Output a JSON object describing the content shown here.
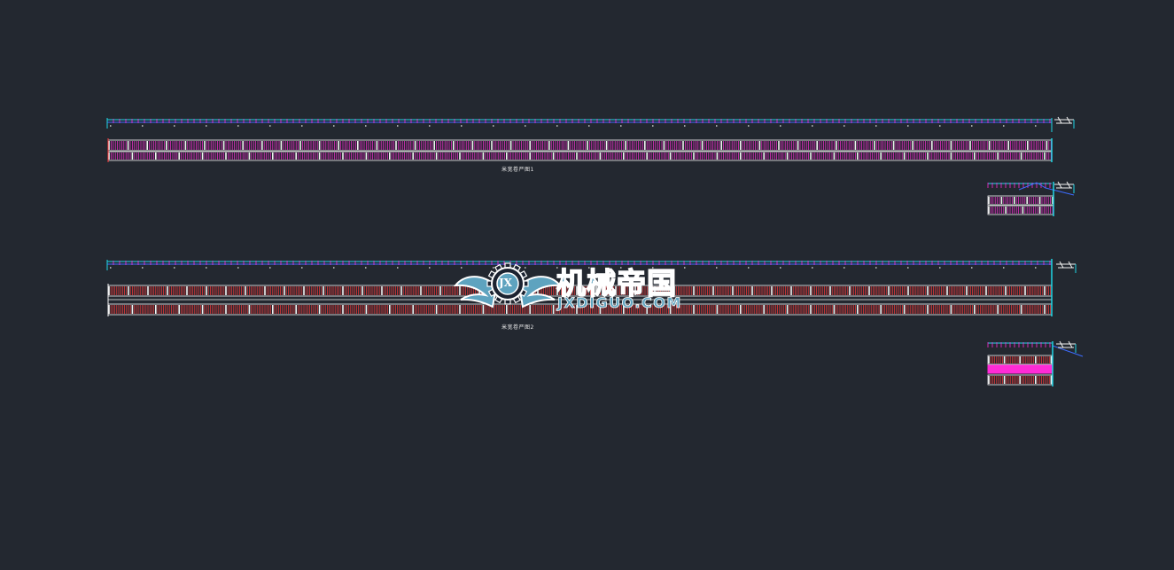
{
  "drawing": {
    "colors": {
      "background": "#232830",
      "cyan": "#1fd6e6",
      "magenta": "#ff2bd6",
      "red": "#ff3a3a",
      "white": "#f2f2f2",
      "blue": "#3c6cff"
    },
    "views": [
      {
        "id": "elevation-1",
        "label": "米宽卷严图1"
      },
      {
        "id": "elevation-2",
        "label": "米宽卷严图2"
      }
    ]
  },
  "watermark": {
    "text_cn": "机械帝国",
    "text_en": "JXDIGUO.COM",
    "badge": "JX",
    "colors": {
      "fill": "#5ea3bf",
      "outline": "#ffffff",
      "dark": "#1b2230"
    }
  }
}
